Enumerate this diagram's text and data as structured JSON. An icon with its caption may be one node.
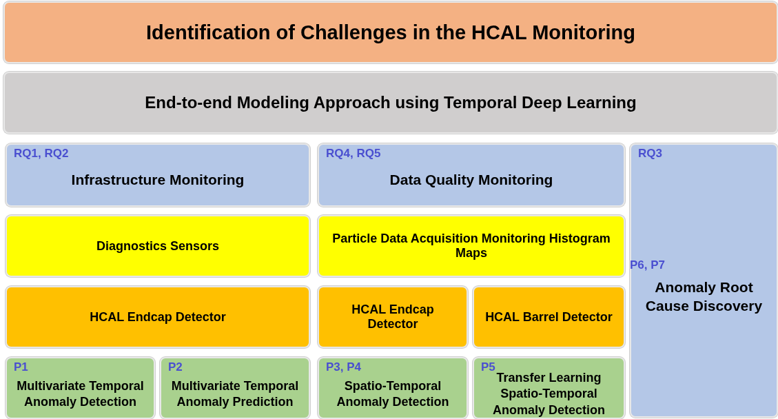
{
  "diagram": {
    "nodes": [
      {
        "text": [
          "Identification of Challenges in the HCAL Monitoring"
        ]
      },
      {
        "text": [
          "End-to-end Modeling Approach using Temporal Deep Learning"
        ]
      },
      {
        "text": [
          "RQ1, RQ2",
          "Infrastructure Monitoring"
        ]
      },
      {
        "text": [
          "RQ4, RQ5",
          "Data Quality Monitoring"
        ]
      },
      {
        "text": [
          "RQ3",
          "P6, P7",
          "Anomaly Root Cause Discovery"
        ]
      },
      {
        "text": [
          "Diagnostics Sensors"
        ]
      },
      {
        "text": [
          "Particle Data Acquisition Monitoring Histogram Maps"
        ]
      },
      {
        "text": [
          "HCAL Endcap Detector"
        ]
      },
      {
        "text": [
          "HCAL Endcap Detector"
        ]
      },
      {
        "text": [
          "HCAL Barrel Detector"
        ]
      },
      {
        "text": [
          "P1",
          "Multivariate Temporal Anomaly Detection"
        ]
      },
      {
        "text": [
          "P2",
          "Multivariate Temporal Anomaly Prediction"
        ]
      },
      {
        "text": [
          "P3, P4",
          "Spatio-Temporal Anomaly Detection"
        ]
      },
      {
        "text": [
          "P5",
          "Transfer Learning Spatio-Temporal Anomaly Detection"
        ]
      }
    ],
    "edges": []
  }
}
